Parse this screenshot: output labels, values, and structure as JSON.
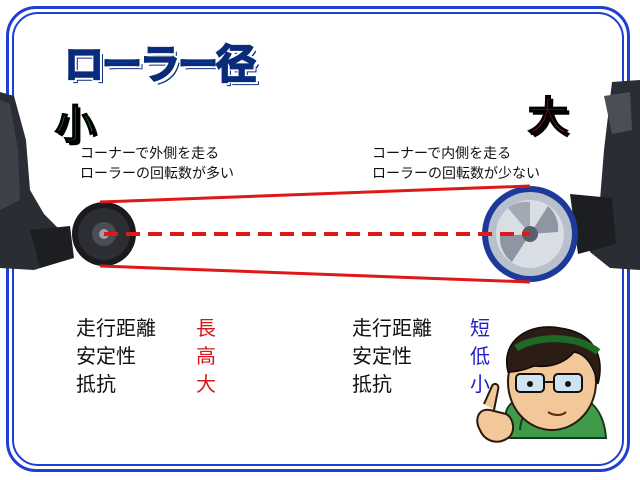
{
  "title": "ローラー径",
  "labels": {
    "small": "小",
    "big": "大"
  },
  "notes": {
    "left": [
      "コーナーで外側を走る",
      "ローラーの回転数が多い"
    ],
    "right": [
      "コーナーで内側を走る",
      "ローラーの回転数が少ない"
    ]
  },
  "stats": {
    "row_labels": [
      "走行距離",
      "安定性",
      "抵抗"
    ],
    "left_values": [
      "長",
      "高",
      "大"
    ],
    "right_values": [
      "短",
      "低",
      "小"
    ]
  },
  "colors": {
    "frame": "#1f3fd1",
    "title": "#1565e8",
    "small": "#21b321",
    "big": "#e0201c",
    "left_values": "#d81818",
    "right_values": "#2020c8",
    "lines": "#e01818"
  }
}
